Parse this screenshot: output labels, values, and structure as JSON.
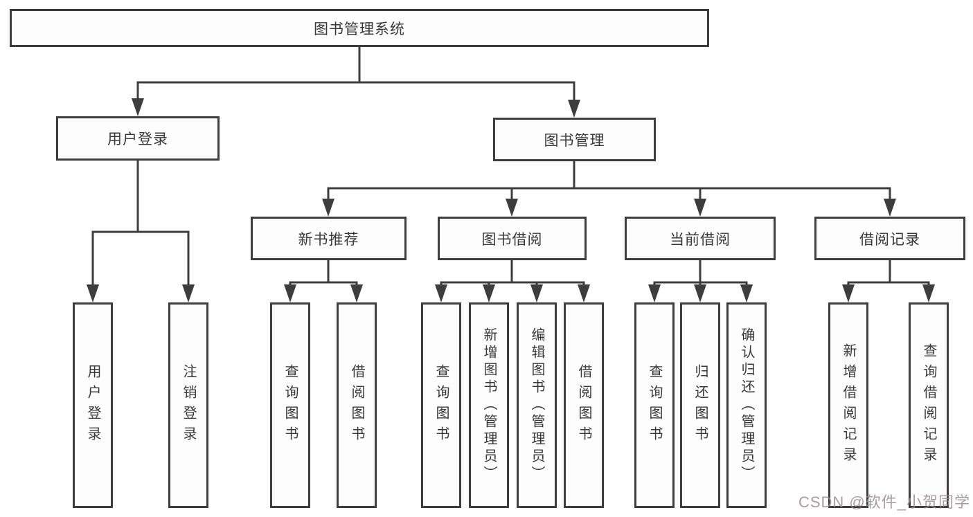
{
  "diagram": {
    "tree": {
      "root": {
        "label": "图书管理系统"
      },
      "level1": [
        {
          "label": "用户登录",
          "children": [
            {
              "label": "用户登录"
            },
            {
              "label": "注销登录"
            }
          ]
        },
        {
          "label": "图书管理",
          "groups": [
            {
              "label": "新书推荐",
              "children": [
                {
                  "label": "查询图书"
                },
                {
                  "label": "借阅图书"
                }
              ]
            },
            {
              "label": "图书借阅",
              "children": [
                {
                  "label": "查询图书"
                },
                {
                  "label": "新增图书（管理员）"
                },
                {
                  "label": "编辑图书（管理员）"
                },
                {
                  "label": "借阅图书"
                }
              ]
            },
            {
              "label": "当前借阅",
              "children": [
                {
                  "label": "查询图书"
                },
                {
                  "label": "归还图书"
                },
                {
                  "label": "确认归还（管理员）"
                }
              ]
            },
            {
              "label": "借阅记录",
              "children": [
                {
                  "label": "新增借阅记录"
                },
                {
                  "label": "查询借阅记录"
                }
              ]
            }
          ]
        }
      ]
    },
    "colors": {
      "line": "#3d3d3d",
      "box_border": "#3d3d3d",
      "text": "#383838",
      "background": "#fefefe",
      "watermark": "#968c8f"
    },
    "watermark": "CSDN @软件_小贺同学"
  }
}
